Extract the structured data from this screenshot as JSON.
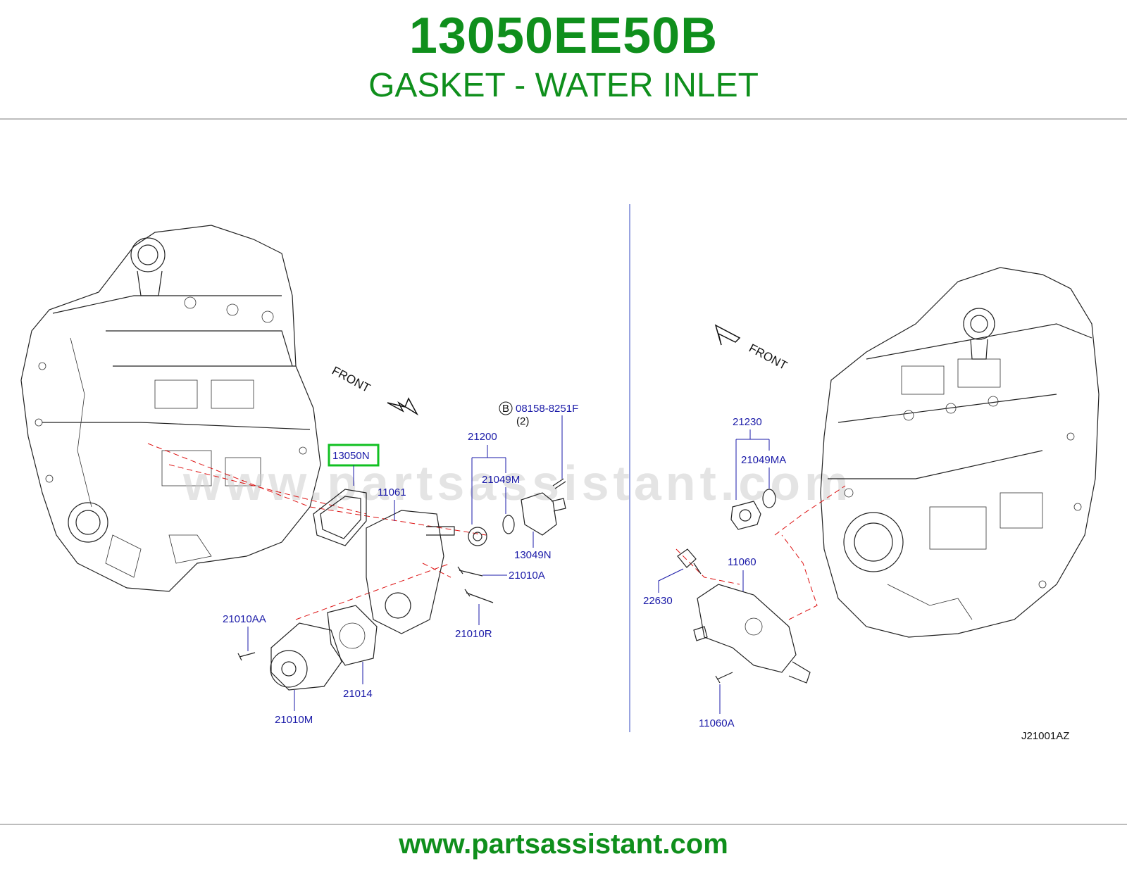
{
  "header": {
    "part_number": "13050EE50B",
    "part_name": "GASKET - WATER INLET"
  },
  "diagram": {
    "watermark": "www.partsassistant.com",
    "left_view": {
      "front_label": "FRONT",
      "callouts": {
        "highlighted": "13050N",
        "c11061": "11061",
        "c21200": "21200",
        "c21049M": "21049M",
        "c13049N": "13049N",
        "bolt_ref_circle": "B",
        "bolt_ref": "08158-8251F",
        "bolt_qty": "(2)",
        "c21010A": "21010A",
        "c21010R": "21010R",
        "c21010AA": "21010AA",
        "c21014": "21014",
        "c21010M": "21010M"
      }
    },
    "right_view": {
      "front_label": "FRONT",
      "callouts": {
        "c21230": "21230",
        "c21049MA": "21049MA",
        "c11060": "11060",
        "c22630": "22630",
        "c11060A": "11060A"
      }
    },
    "figure_code": "J21001AZ"
  },
  "footer": {
    "url": "www.partsassistant.com"
  },
  "colors": {
    "brand_green": "#0f8f1c",
    "callout_blue": "#1a1aa8",
    "highlight_green": "#11c022",
    "leader_red": "#d11111"
  },
  "icons": [
    "front-arrow-icon",
    "bolt-ref-circle-icon"
  ]
}
